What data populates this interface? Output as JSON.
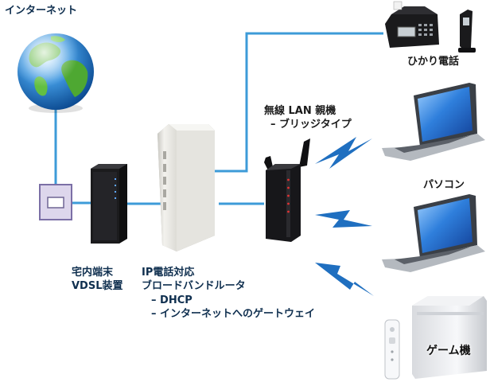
{
  "colors": {
    "link_line": "#3d9bd8",
    "wireless_bolt": "#1f6fc0",
    "globe_ocean": "#2a83d2",
    "globe_land": "#58b33a",
    "router_white": "#ecebe6",
    "device_black": "#1b1b1d",
    "laptop_screen": "#2e78d6"
  },
  "nodes": {
    "internet": {
      "label": "インターネット",
      "icon": "globe-icon"
    },
    "wall_jack": {
      "icon": "wall-jack-icon"
    },
    "vdsl": {
      "label_line1": "宅内端末",
      "label_line2": "VDSL装置",
      "icon": "vdsl-modem-icon"
    },
    "router": {
      "label_line1": "IP電話対応",
      "label_line2": "ブロードバンドルータ",
      "label_line3": "– DHCP",
      "label_line4": "– インターネットへのゲートウェイ",
      "icon": "broadband-router-icon"
    },
    "wireless_ap": {
      "label_line1": "無線 LAN 親機",
      "label_line2": "– ブリッジタイプ",
      "icon": "wireless-access-point-icon"
    },
    "phone": {
      "label": "ひかり電話",
      "icon": "fax-phone-icon"
    },
    "pc": {
      "label": "パソコン",
      "icon": "laptop-icon"
    },
    "game": {
      "label": "ゲーム機",
      "icon": "game-console-icon"
    }
  }
}
